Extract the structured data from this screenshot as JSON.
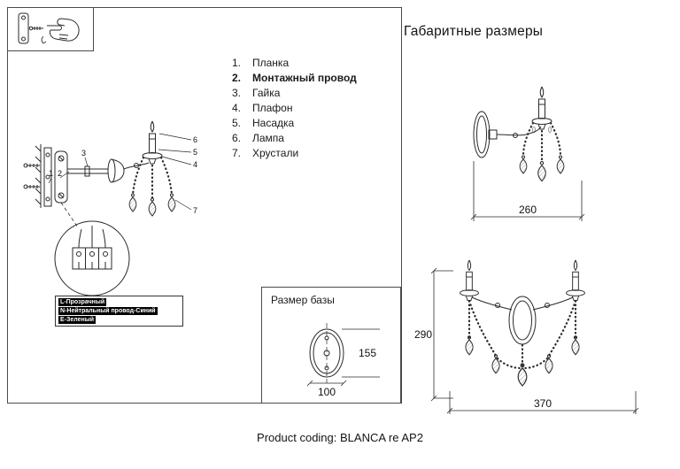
{
  "header": {
    "dimensions_title": "Габаритные размеры"
  },
  "footer": {
    "text": "Product coding: BLANCA re AP2"
  },
  "parts_list": {
    "items": [
      {
        "num": "1.",
        "label": "Планка"
      },
      {
        "num": "2.",
        "label": "Монтажный провод"
      },
      {
        "num": "3.",
        "label": "Гайка"
      },
      {
        "num": "4.",
        "label": "Плафон"
      },
      {
        "num": "5.",
        "label": "Насадка"
      },
      {
        "num": "6.",
        "label": "Лампа"
      },
      {
        "num": "7.",
        "label": "Хрустали"
      }
    ]
  },
  "callouts": {
    "c1": "1",
    "c2": "2",
    "c3": "3",
    "c4": "4",
    "c5": "5",
    "c6": "6",
    "c7": "7"
  },
  "wiring_label": {
    "line1": "L-Прозрачный",
    "line2": "N-Нейтральный провод-Синий",
    "line3": "E-Зеленый"
  },
  "base_size": {
    "title": "Размер базы",
    "height": "155",
    "width": "100"
  },
  "overall": {
    "single_width": "260",
    "double_height": "290",
    "double_width": "370"
  }
}
